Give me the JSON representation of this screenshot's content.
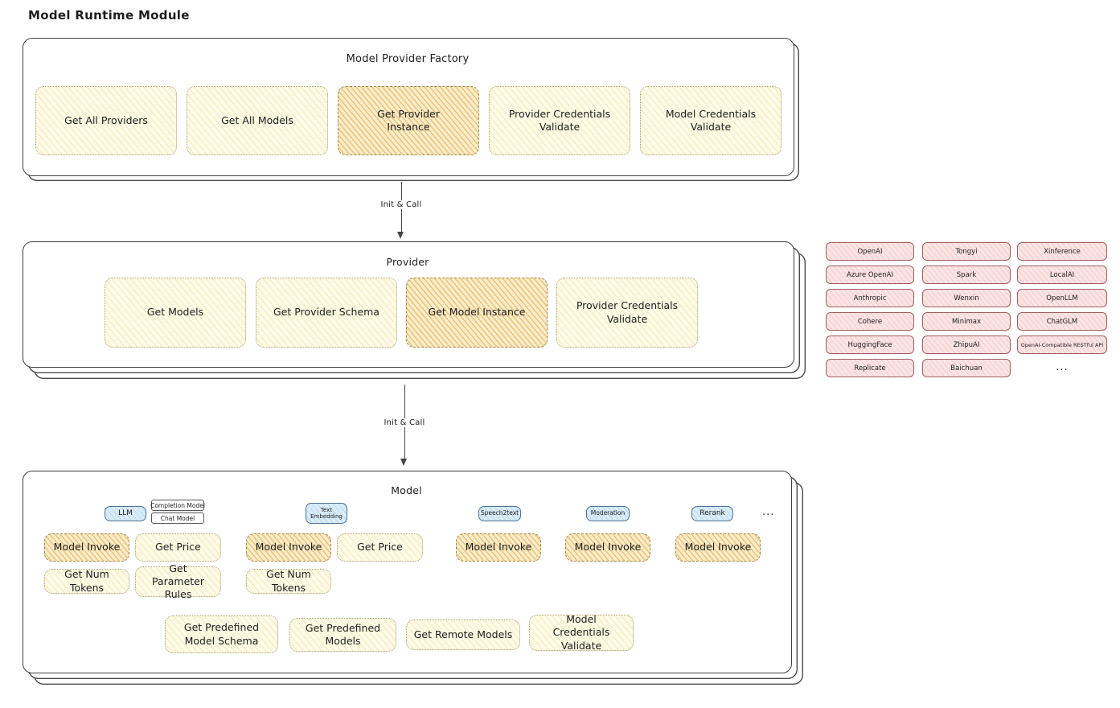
{
  "page_title": "Model Runtime Module",
  "factory": {
    "title": "Model Provider Factory",
    "items": [
      {
        "label": "Get All Providers"
      },
      {
        "label": "Get All Models"
      },
      {
        "label": "Get Provider Instance"
      },
      {
        "label": "Provider Credentials Validate"
      },
      {
        "label": "Model Credentials Validate"
      }
    ]
  },
  "arrows": {
    "factory_to_provider": "Init & Call",
    "provider_to_model": "Init & Call"
  },
  "provider": {
    "title": "Provider",
    "items": [
      {
        "label": "Get Models"
      },
      {
        "label": "Get Provider Schema"
      },
      {
        "label": "Get Model Instance"
      },
      {
        "label": "Provider Credentials Validate"
      }
    ]
  },
  "providers_list": {
    "col1": [
      "OpenAI",
      "Azure OpenAI",
      "Anthropic",
      "Cohere",
      "HuggingFace",
      "Replicate"
    ],
    "col2": [
      "Tongyi",
      "Spark",
      "Wenxin",
      "Minimax",
      "ZhipuAI",
      "Baichuan"
    ],
    "col3": [
      "Xinference",
      "LocalAI",
      "OpenLLM",
      "ChatGLM",
      "OpenAI-Compatible RESTful API"
    ],
    "more": "..."
  },
  "model": {
    "title": "Model",
    "badges": {
      "llm": "LLM",
      "completion_model": "Completion Model",
      "chat_model": "Chat Model",
      "text_embedding": "Text Embedding",
      "speech2text": "Speech2text",
      "moderation": "Moderation",
      "rerank": "Rerank",
      "more": "..."
    },
    "functions": {
      "llm": {
        "invoke": "Model Invoke",
        "price": "Get Price",
        "tokens": "Get Num Tokens",
        "rules": "Get Parameter Rules"
      },
      "embedding": {
        "invoke": "Model Invoke",
        "price": "Get Price",
        "tokens": "Get Num Tokens"
      },
      "speech2text": {
        "invoke": "Model Invoke"
      },
      "moderation": {
        "invoke": "Model Invoke"
      },
      "rerank": {
        "invoke": "Model Invoke"
      }
    },
    "bottom": [
      {
        "label": "Get Predefined Model Schema"
      },
      {
        "label": "Get Predefined Models"
      },
      {
        "label": "Get Remote Models"
      },
      {
        "label": "Model Credentials Validate"
      }
    ]
  }
}
